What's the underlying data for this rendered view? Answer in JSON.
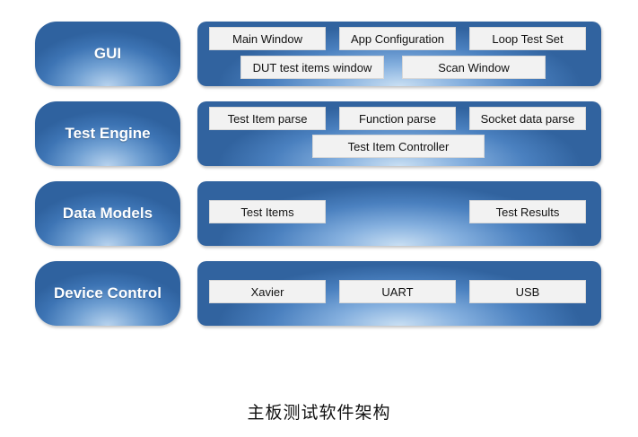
{
  "layers": [
    {
      "label": "GUI",
      "modules": [
        "Main Window",
        "App Configuration",
        "Loop Test Set",
        "DUT test items window",
        "Scan Window"
      ]
    },
    {
      "label": "Test Engine",
      "modules": [
        "Test Item parse",
        "Function parse",
        "Socket data parse",
        "Test Item Controller"
      ]
    },
    {
      "label": "Data Models",
      "modules": [
        "Test Items",
        "Test Results"
      ]
    },
    {
      "label": "Device Control",
      "modules": [
        "Xavier",
        "UART",
        "USB"
      ]
    }
  ],
  "caption": "主板测试软件架构",
  "colors": {
    "layer_blue": "#3d74b4",
    "layer_highlight": "#b8d3ee",
    "module_fill": "#f2f2f2"
  }
}
